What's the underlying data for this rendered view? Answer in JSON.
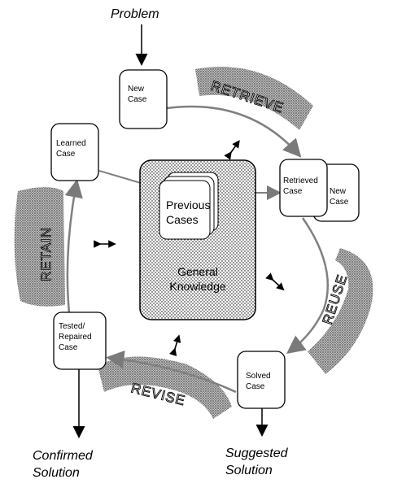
{
  "inputs": {
    "problem": "Problem",
    "confirmed_solution_line1": "Confirmed",
    "confirmed_solution_line2": "Solution",
    "suggested_solution_line1": "Suggested",
    "suggested_solution_line2": "Solution"
  },
  "phases": {
    "retrieve": "RETRIEVE",
    "reuse": "REUSE",
    "revise": "REVISE",
    "retain": "RETAIN"
  },
  "cases": {
    "new_case_top": [
      "New",
      "Case"
    ],
    "learned_case": [
      "Learned",
      "Case"
    ],
    "retrieved_case": [
      "Retrieved",
      "Case"
    ],
    "new_case_right": [
      "New",
      "Case"
    ],
    "solved_case": [
      "Solved",
      "Case"
    ],
    "tested_repaired_case": [
      "Tested/",
      "Repaired",
      "Case"
    ]
  },
  "center": {
    "previous_cases": [
      "Previous",
      "Cases"
    ],
    "general_knowledge": [
      "General",
      "Knowledge"
    ]
  },
  "colors": {
    "line": "#000000",
    "cycle_arrow": "#808080",
    "box_fill": "#ffffff",
    "phase_band": "#9a9a9a"
  }
}
